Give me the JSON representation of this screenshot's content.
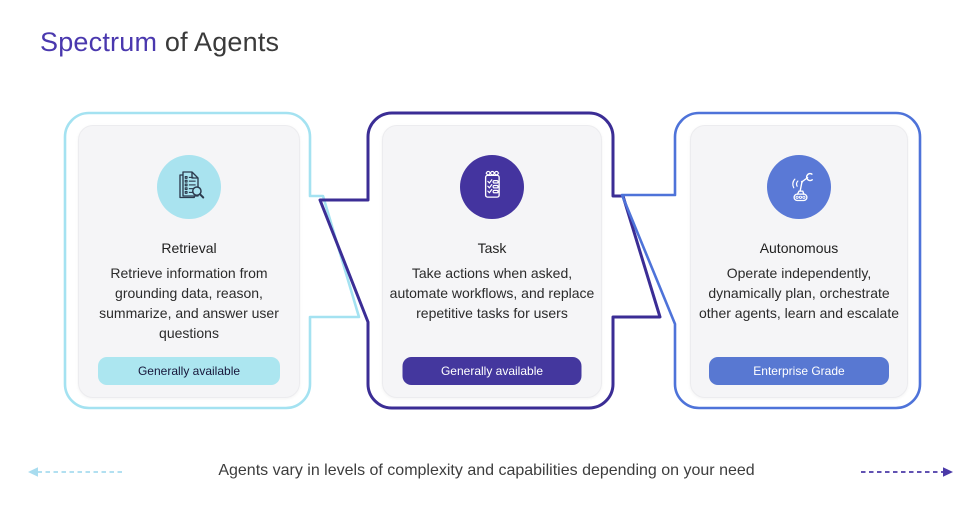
{
  "title": {
    "highlight": "Spectrum",
    "rest": " of Agents"
  },
  "cards": [
    {
      "name": "Retrieval",
      "description": "Retrieve information from grounding data, reason, summarize, and answer user questions",
      "badge": "Generally available",
      "icon": "document-search-icon",
      "accent_color": "#a4e2f1",
      "icon_bg": "#a9e3ef",
      "badge_bg": "#ace6f0",
      "badge_text_color": "#17173a"
    },
    {
      "name": "Task",
      "description": "Take actions when asked, automate workflows, and replace repetitive tasks for users",
      "badge": "Generally available",
      "icon": "checklist-icon",
      "accent_color": "#3b2d95",
      "icon_bg": "#44349f",
      "badge_bg": "#44379e",
      "badge_text_color": "#ffffff"
    },
    {
      "name": "Autonomous",
      "description": "Operate independently, dynamically plan, orchestrate other agents, learn and escalate",
      "badge": "Enterprise Grade",
      "icon": "robot-arm-icon",
      "accent_color": "#4e73d9",
      "icon_bg": "#5a79d6",
      "badge_bg": "#5878d2",
      "badge_text_color": "#ffffff"
    }
  ],
  "footer": {
    "caption": "Agents vary in levels of complexity and capabilities depending on your need",
    "left_arrow_color": "#a8dcef",
    "right_arrow_color": "#4b3aa8"
  }
}
